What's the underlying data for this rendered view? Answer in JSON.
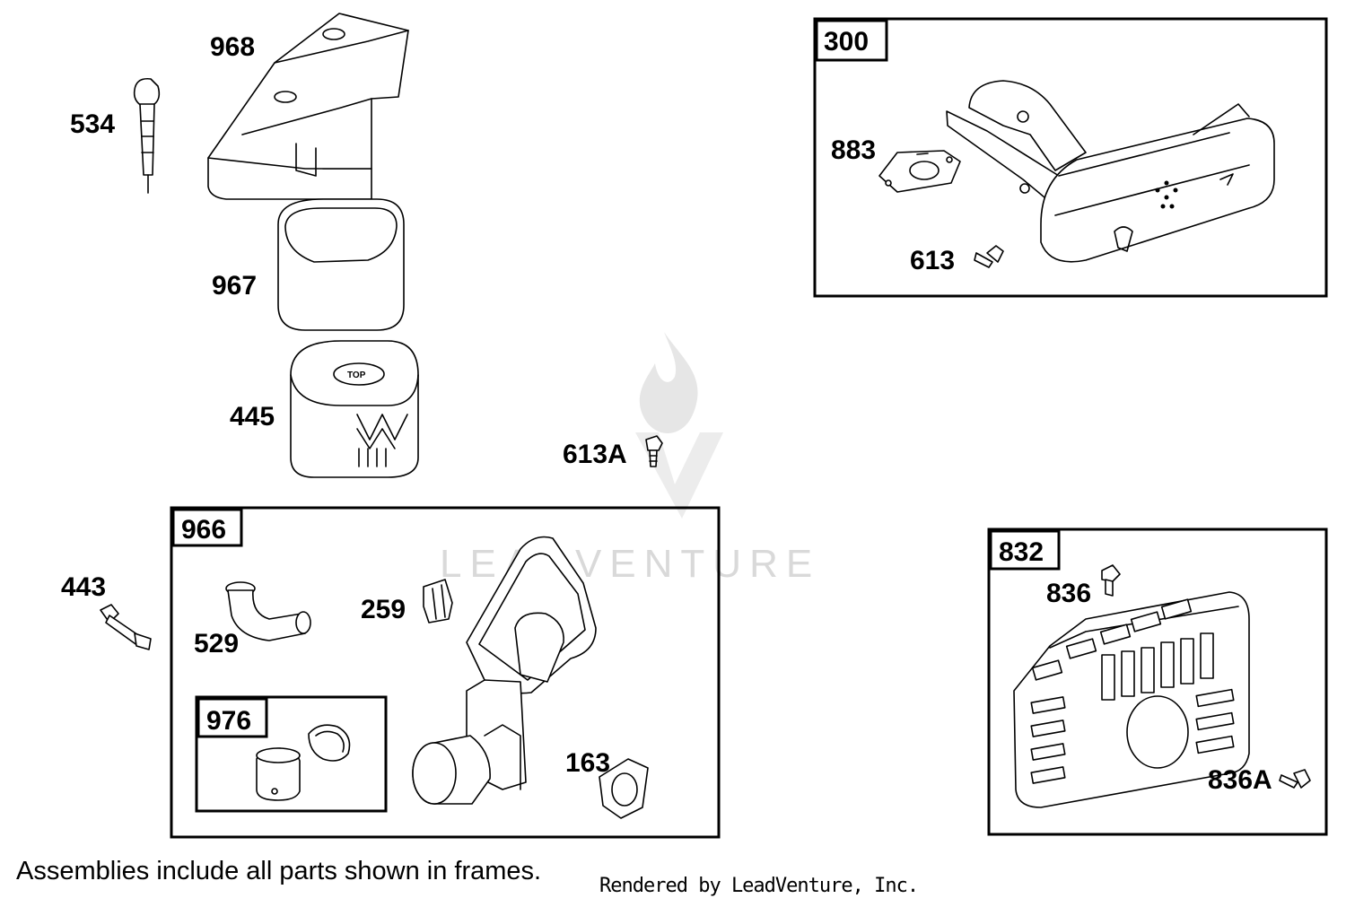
{
  "parts": {
    "p534": "534",
    "p968": "968",
    "p967": "967",
    "p445": "445",
    "p613a": "613A",
    "p443": "443",
    "p529": "529",
    "p259": "259",
    "p163": "163",
    "p883": "883",
    "p613": "613",
    "p836": "836",
    "p836a": "836A"
  },
  "frames": {
    "f300": "300",
    "f966": "966",
    "f976": "976",
    "f832": "832"
  },
  "air_filter_marking": "TOP",
  "watermark": {
    "text": "LEADVENTURE",
    "color": "#d9d9d9"
  },
  "footer": {
    "note": "Assemblies include all parts shown in frames.",
    "credit": "Rendered by LeadVenture, Inc."
  }
}
